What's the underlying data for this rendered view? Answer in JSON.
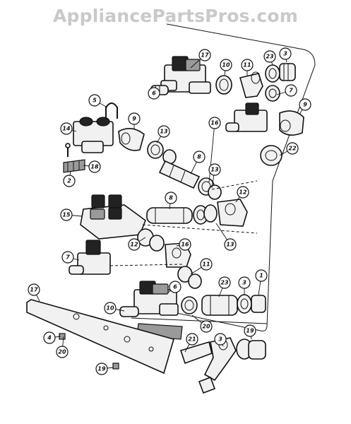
{
  "watermark": "AppliancePartsPros.com",
  "callouts": [
    "17",
    "10",
    "11",
    "23",
    "3",
    "6",
    "7",
    "5",
    "9",
    "13",
    "8",
    "14",
    "16",
    "9",
    "22",
    "18",
    "2",
    "12",
    "8",
    "13",
    "15",
    "13",
    "12",
    "16",
    "7",
    "11",
    "23",
    "3",
    "1",
    "17",
    "6",
    "10",
    "20",
    "4",
    "21",
    "3",
    "19",
    "20",
    "19"
  ]
}
